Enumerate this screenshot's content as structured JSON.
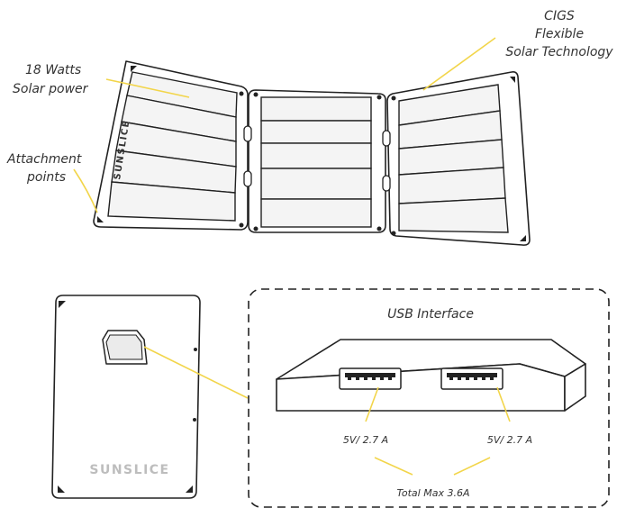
{
  "labels": {
    "power_line1": "18 Watts",
    "power_line2": "Solar power",
    "tech_line1": "CIGS",
    "tech_line2": "Flexible",
    "tech_line3": "Solar Technology",
    "attach_line1": "Attachment",
    "attach_line2": "points",
    "usb_title": "USB Interface",
    "port1_rating": "5V/ 2.7 A",
    "port2_rating": "5V/ 2.7 A",
    "total_max": "Total Max 3.6A"
  },
  "brand": {
    "panel_logo": "SUNSLICE",
    "device_logo": "SUNSLICE"
  },
  "colors": {
    "callout": "#f2d54a",
    "outline": "#222222",
    "cell_fill": "#f4f4f4"
  },
  "icons": [
    "usb-port-icon"
  ]
}
